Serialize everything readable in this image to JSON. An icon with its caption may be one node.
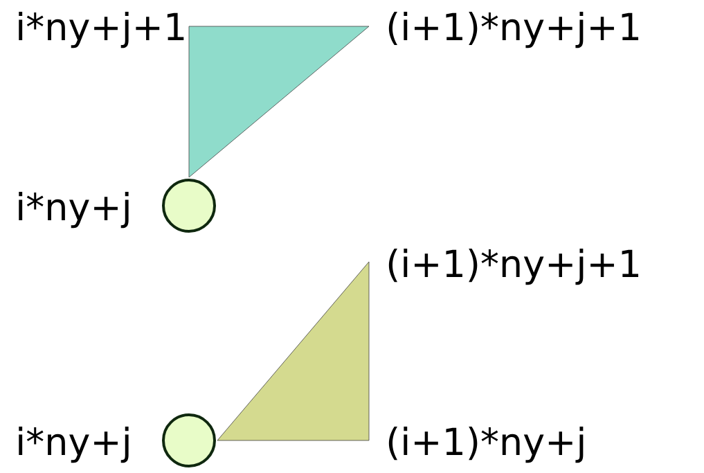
{
  "diagram": {
    "nodes": [
      {
        "text": [],
        "shape": "triangle"
      },
      {
        "text": [],
        "shape": "circle"
      },
      {
        "text": [],
        "shape": "triangle"
      },
      {
        "text": [],
        "shape": "circle"
      }
    ],
    "labels": [
      "i*ny+j+1",
      "(i+1)*ny+j+1",
      "i*ny+j",
      "(i+1)*ny+j+1",
      "i*ny+j",
      "(i+1)*ny+j"
    ]
  }
}
